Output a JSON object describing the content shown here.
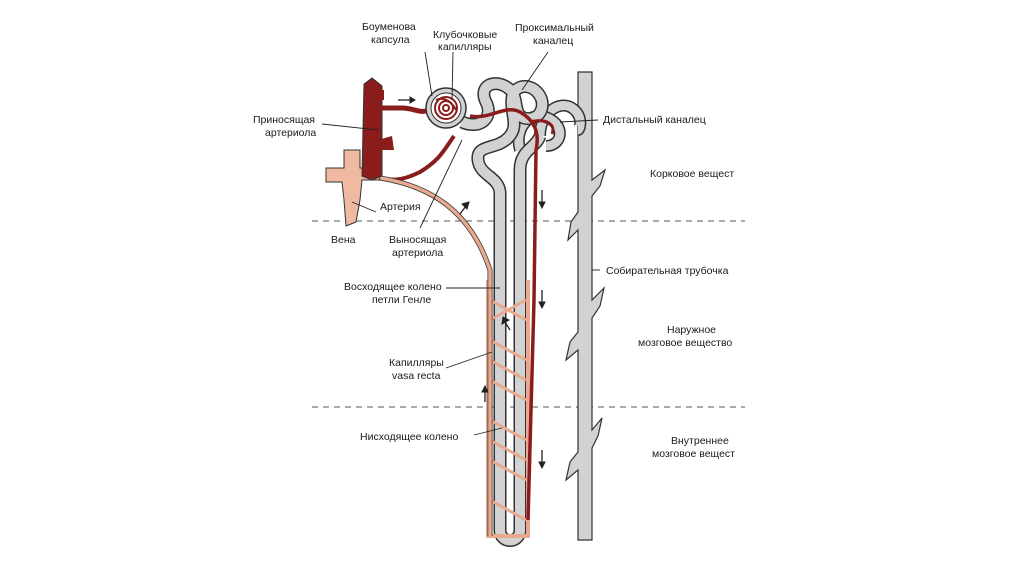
{
  "labels": {
    "bowman": [
      "Боуменова",
      "капсула"
    ],
    "glomerular": [
      "Клубочковые",
      "капилляры"
    ],
    "proximal": [
      "Проксимальный",
      "каналец"
    ],
    "distal": "Дистальный каналец",
    "afferent": [
      "Приносящая",
      "артериола"
    ],
    "cortex": "Корковое вещест",
    "artery": "Артерия",
    "vein": "Вена",
    "efferent": [
      "Выносящая",
      "артериола"
    ],
    "collecting": "Собирательная трубочка",
    "ascending": [
      "Восходящее колено",
      "петли Генле"
    ],
    "outer_medulla": [
      "Наружное",
      "мозговое вещество"
    ],
    "vasa_recta": [
      "Капилляры",
      "vasa recta"
    ],
    "inner_medulla": [
      "Внутреннее",
      "мозговое вещест"
    ],
    "descending": "Нисходящее колено"
  },
  "colors": {
    "artery_red": "#8b1c1c",
    "vein_pink": "#e8a98f",
    "tubule_gray": "#c9c9c9",
    "outline": "#3a3a3a"
  }
}
